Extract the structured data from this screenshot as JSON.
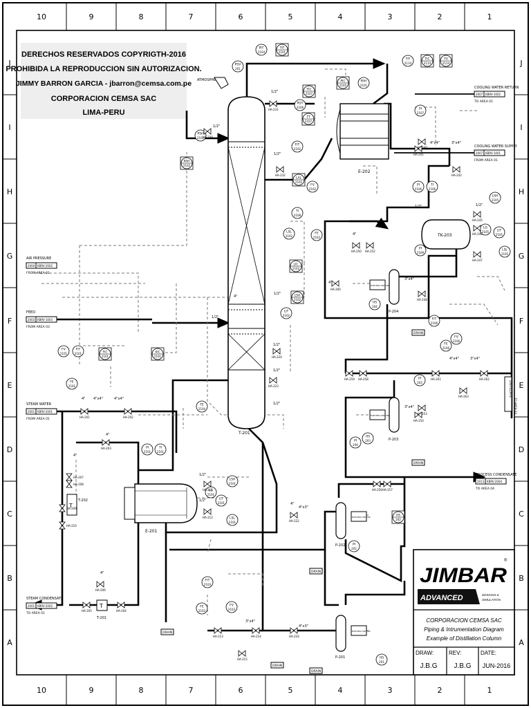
{
  "border": {
    "columns": [
      "10",
      "9",
      "8",
      "7",
      "6",
      "5",
      "4",
      "3",
      "2",
      "1"
    ],
    "rows": [
      "J",
      "I",
      "H",
      "G",
      "F",
      "E",
      "D",
      "C",
      "B",
      "A"
    ]
  },
  "copyright": {
    "line1": "DERECHOS RESERVADOS COPYRIGTH-2016",
    "line2": "PROHIBIDA LA REPRODUCCION SIN AUTORIZACION.",
    "line3": "JIMMY BARRON GARCIA - jbarron@cemsa.com.pe",
    "line4": "CORPORACION CEMSA SAC",
    "line5": "LIMA-PERU"
  },
  "streams": {
    "air": {
      "title": "AIR PRESSURE",
      "id": "2004",
      "code": "KBRV-2002",
      "from": "FROM AREA 01"
    },
    "feed": {
      "title": "FEED",
      "id": "2003",
      "code": "KBRV-1003",
      "from": "FROM AREA 03"
    },
    "steam_water": {
      "title": "STEAM WATER",
      "id": "2001",
      "code": "KBRV-2001",
      "from": "FROM AREA 01"
    },
    "steam_condensate": {
      "title": "STEAM CONDENSATE",
      "id": "2001",
      "code": "KBRV-2002",
      "to": "TO AREA 01"
    },
    "cw_return": {
      "title": "COOLING WATER RETURN",
      "id": "2007",
      "code": "KBRV-1002",
      "to": "TO AREA 01"
    },
    "cw_supply": {
      "title": "COOLING WATER SUPPLY",
      "id": "2007",
      "code": "KBRV-1001",
      "from": "FROM AREA 01"
    },
    "process_condensate": {
      "title": "PROCESS CONDENSATE",
      "id": "2013",
      "code": "KBRV-2004",
      "to": "TO AREA 04"
    },
    "distillate": {
      "title": "DISTILLATE",
      "to": "TO AREA 04"
    },
    "atmosphere": "ATMOSPHERE",
    "drain": "DRAIN"
  },
  "equipment": {
    "column": "T-201",
    "condenser": "E-202",
    "reboiler": "E-201",
    "drum": "TK-203",
    "pump_p204": "P-204",
    "pump_p203": "P-203",
    "pump_p202": "P-202",
    "pump_p201": "P-201",
    "trap_t201": "T-201",
    "trap_t202": "T-202",
    "motor": "ELECTRIC MOTOR"
  },
  "instruments": {
    "psv201": [
      "PSV",
      "201"
    ],
    "pit2104": [
      "PIT",
      "2104"
    ],
    "tit2101": [
      "TIT",
      "2101"
    ],
    "psh2102": [
      "PSH",
      "2102"
    ],
    "pah2102": [
      "PAH",
      "2102"
    ],
    "pdt2106": [
      "PDT",
      "2106"
    ],
    "tt2107": [
      "TT",
      "2107"
    ],
    "tic2107": [
      "TIC",
      "2107"
    ],
    "pic2105": [
      "PIC",
      "2105"
    ],
    "pah2101": [
      "PAH",
      "2101"
    ],
    "fit2102": [
      "FIT",
      "2102"
    ],
    "fv2102": [
      "FV",
      "2102"
    ],
    "fe2102": [
      "FE",
      "2102"
    ],
    "ti2108": [
      "TI",
      "2108"
    ],
    "lic2102": [
      "LIC",
      "2102"
    ],
    "lsh2102": [
      "LSH",
      "2102"
    ],
    "lit2102": [
      "LIT",
      "2102"
    ],
    "lsl2102": [
      "LSL",
      "2102"
    ],
    "lal2102": [
      "LAL",
      "2102"
    ],
    "fv2101": [
      "FV",
      "2101"
    ],
    "fe2101": [
      "FE",
      "2101"
    ],
    "fit2101": [
      "FIT",
      "2101"
    ],
    "fic2101": [
      "FIC",
      "2101"
    ],
    "xic2101": [
      "XIC",
      "2101"
    ],
    "te2104": [
      "TE",
      "2104"
    ],
    "pi2101": [
      "PI",
      "2101"
    ],
    "ti2101": [
      "TI",
      "2101"
    ],
    "lg2101": [
      "LG",
      "2101"
    ],
    "lsh2101": [
      "LSH",
      "2101"
    ],
    "lit2101": [
      "LIT",
      "2101"
    ],
    "lsl2101": [
      "LSL",
      "2101"
    ],
    "pi2106": [
      "PI",
      "2106"
    ],
    "ti2106": [
      "TI",
      "2106"
    ],
    "lsh2105": [
      "LSH",
      "2105"
    ],
    "lg2105": [
      "LG",
      "2105"
    ],
    "lit2105": [
      "LIT",
      "2105"
    ],
    "lsl2105": [
      "LSL",
      "2105"
    ],
    "pi2109": [
      "PI",
      "2109"
    ],
    "hs204": [
      "HS",
      "204"
    ],
    "fit2106": [
      "FIT",
      "2106"
    ],
    "fe2106": [
      "FE",
      "2106"
    ],
    "fv2106": [
      "FV",
      "2106"
    ],
    "pi203": [
      "PI",
      "203"
    ],
    "hs203": [
      "HS",
      "203"
    ],
    "pi204": [
      "PI",
      "204"
    ],
    "hs202": [
      "HS",
      "202"
    ],
    "pi202": [
      "PI",
      "202"
    ],
    "hs201": [
      "HS",
      "201"
    ],
    "fit2103": [
      "FIT",
      "2103"
    ],
    "fe2103": [
      "FE",
      "2103"
    ],
    "fv2103": [
      "FV",
      "2103"
    ],
    "pi2107": [
      "PI",
      "2107"
    ],
    "tit2114": [
      "TIT",
      "2114"
    ],
    "tic2114": [
      "TIC",
      "2114"
    ],
    "tv2114": [
      "TV",
      "2114"
    ]
  },
  "valves": [
    "HA-201",
    "HA-202",
    "HA-203",
    "HA-204",
    "HA-205",
    "HA-206",
    "HA-207",
    "HA-208",
    "HA-209",
    "HA-210",
    "HA-211",
    "HA-212",
    "HA-213",
    "HA-214",
    "HA-215",
    "HA-216",
    "HA-222",
    "HA-223",
    "HA-224",
    "HA-230",
    "HA-231",
    "HA-232",
    "HA-240",
    "HA-241",
    "HA-242",
    "HA-245",
    "HA-246",
    "HA-247",
    "HA-248",
    "HA-250",
    "HA-252",
    "HA-253",
    "HA-254",
    "HA-256",
    "HA-257",
    "HA-258",
    "HA-259",
    "HA-260",
    "HA-261",
    "HA-262",
    "HA-263"
  ],
  "sizes": {
    "s1": "1/2\"",
    "s4": "4\"",
    "s43": "4\"x3\"",
    "s34": "3\"x4\"",
    "s44": "4\"x4\"",
    "s3": "3\""
  },
  "title_block": {
    "logo": "JIMBAR",
    "logo_sub": "ADVANCED",
    "logo_tag1": "DESIGNS &",
    "logo_tag2": "SIMULATION",
    "company": "CORPORACION CEMSA SAC",
    "subtitle1": "Piping & Intrumentation Diagram",
    "subtitle2": "Example of Distillation Column",
    "draw_label": "DRAW:",
    "draw_value": "J.B.G",
    "rev_label": "REV:",
    "rev_value": "J.B.G",
    "date_label": "DATE:",
    "date_value": "JUN-2016"
  }
}
